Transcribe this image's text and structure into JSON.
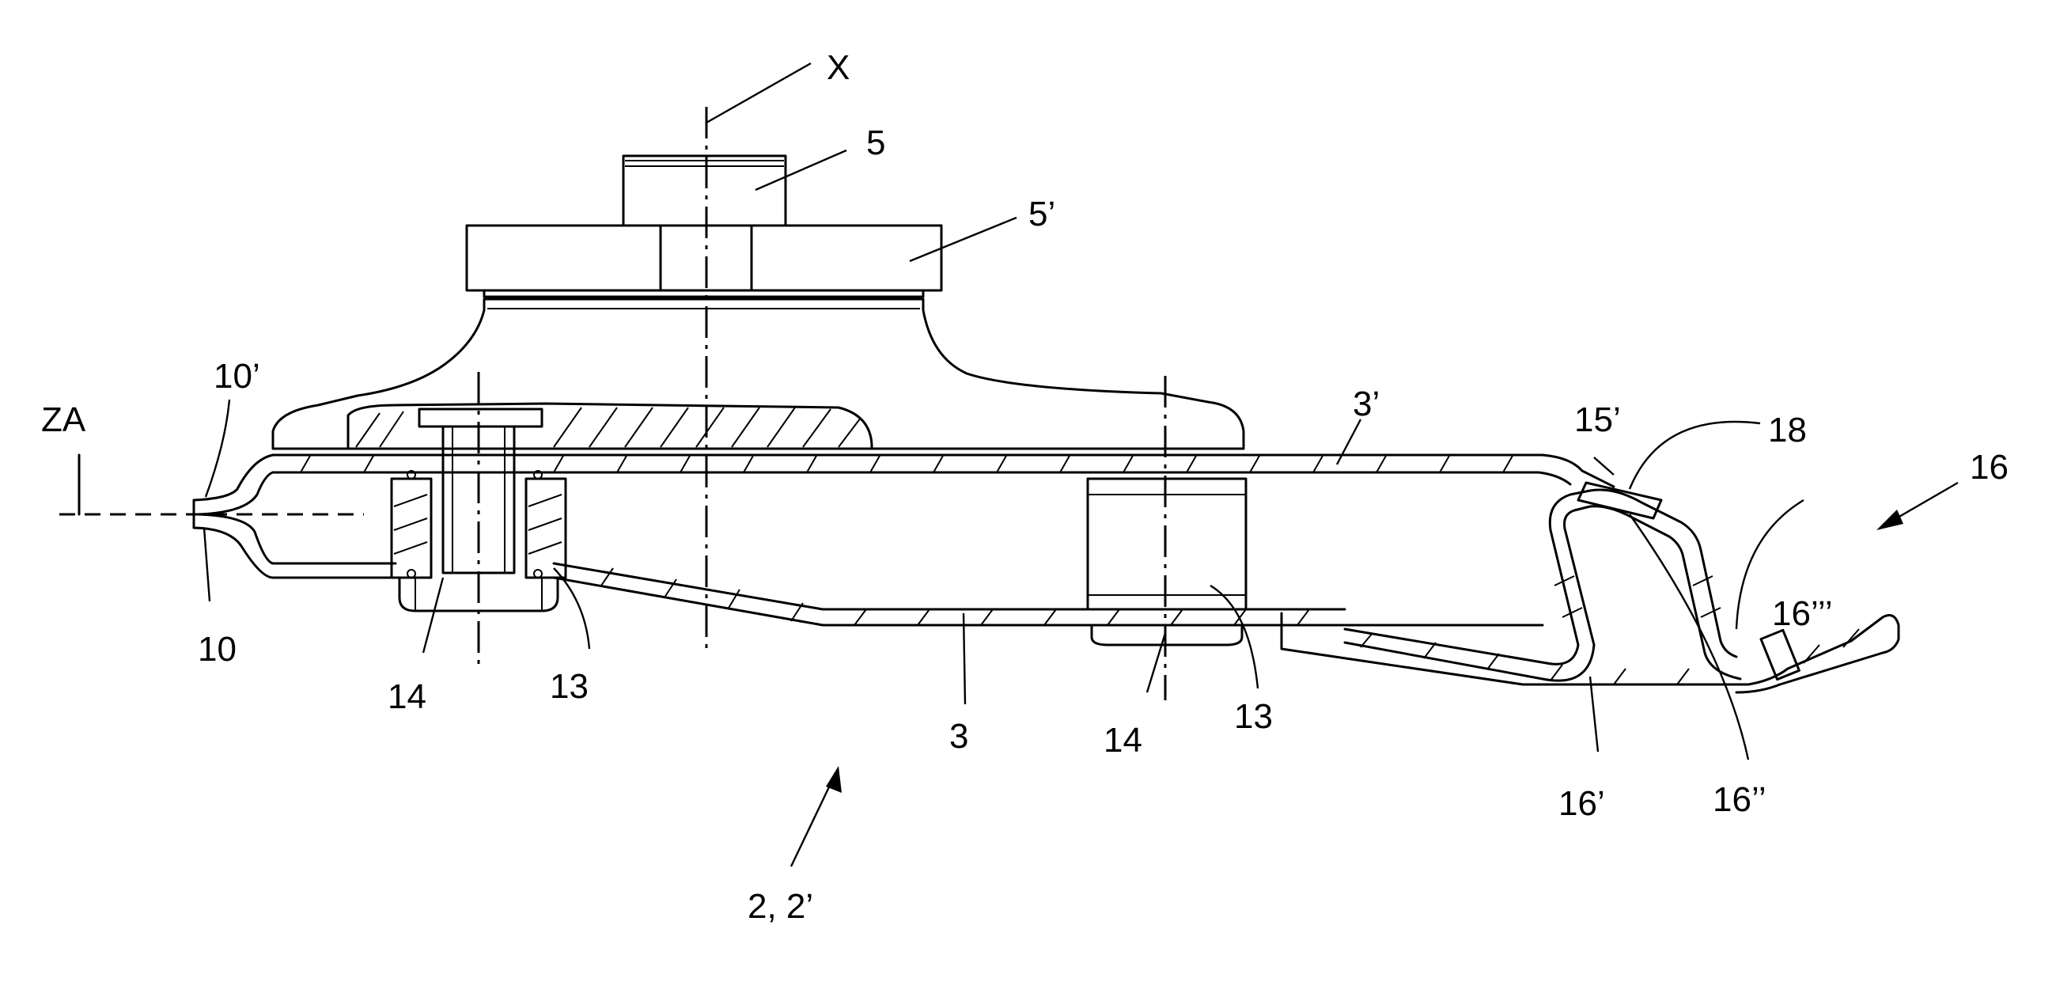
{
  "figure": {
    "labels": {
      "axis_x": "X",
      "axis_za": "ZA",
      "ref_5": "5",
      "ref_5p": "5’",
      "ref_3p": "3’",
      "ref_15p": "15’",
      "ref_18": "18",
      "ref_16": "16",
      "ref_16ppp": "16’’’",
      "ref_10p": "10’",
      "ref_10": "10",
      "ref_14a": "14",
      "ref_13a": "13",
      "ref_3": "3",
      "ref_14b": "14",
      "ref_13b": "13",
      "ref_16p": "16’",
      "ref_16pp": "16’’",
      "ref_2": "2, 2’"
    }
  }
}
